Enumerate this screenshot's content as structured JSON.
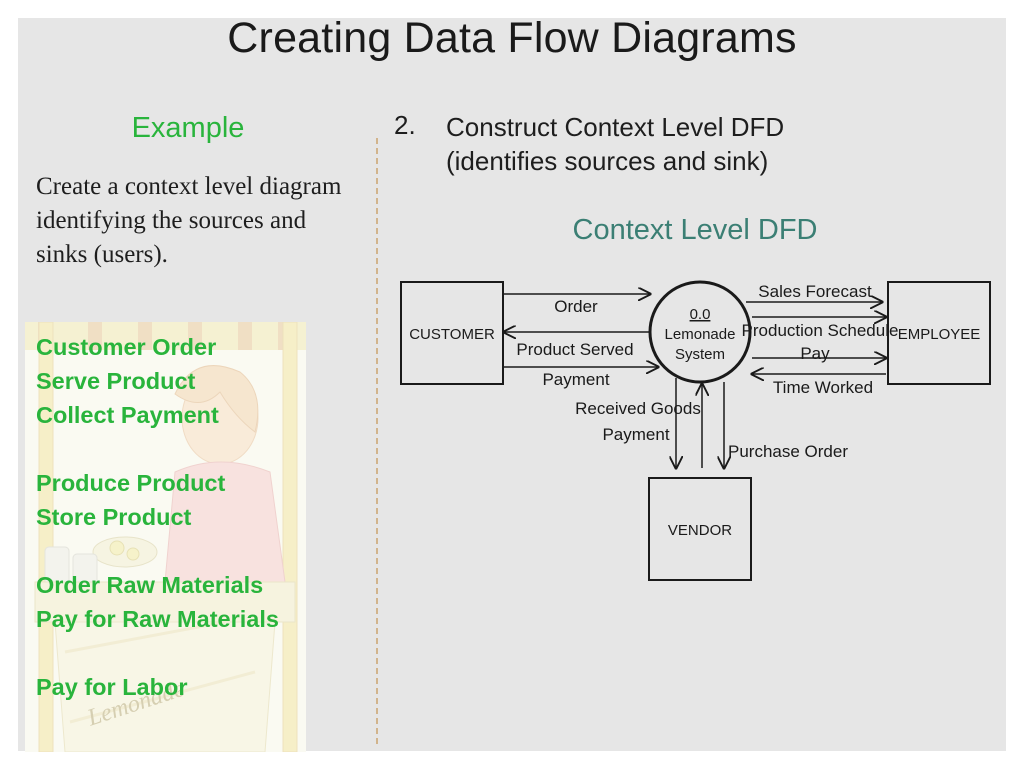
{
  "title": "Creating Data Flow Diagrams",
  "left_panel": {
    "heading": "Example",
    "intro": "Create a context level diagram identifying the sources and sinks (users).",
    "tasks": [
      "Customer Order",
      "Serve Product",
      "Collect Payment",
      "Produce Product",
      "Store Product",
      "Order Raw Materials",
      "Pay for Raw Materials",
      "Pay for Labor"
    ],
    "illustration_sign_text": "Lemonade"
  },
  "right_panel": {
    "step_number": "2.",
    "step_line1": "Construct Context Level DFD",
    "step_line2": "(identifies sources and sink)",
    "diagram_title": "Context Level DFD"
  },
  "diagram": {
    "process": {
      "id": "0.0",
      "name_line1": "Lemonade",
      "name_line2": "System"
    },
    "entities": {
      "customer": "CUSTOMER",
      "employee": "EMPLOYEE",
      "vendor": "VENDOR"
    },
    "flows": {
      "order": "Order",
      "product_served": "Product Served",
      "payment_customer": "Payment",
      "sales_forecast": "Sales Forecast",
      "production_schedule": "Production Schedule",
      "pay": "Pay",
      "time_worked": "Time Worked",
      "received_goods": "Received Goods",
      "payment_vendor": "Payment",
      "purchase_order": "Purchase Order"
    }
  },
  "colors": {
    "slide_background": "#e6e6e6",
    "heading_green": "#29b43c",
    "diagram_title_teal": "#3b7f74"
  }
}
